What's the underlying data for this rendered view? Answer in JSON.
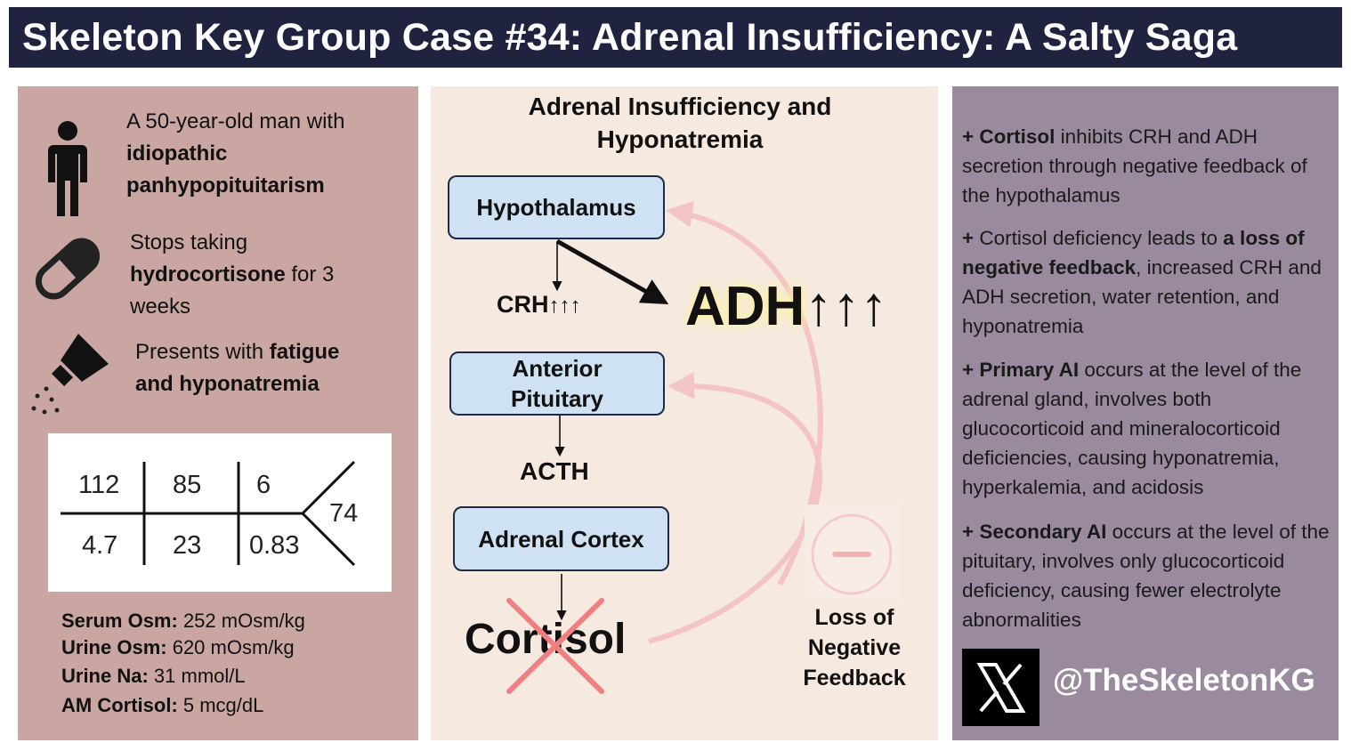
{
  "title": "Skeleton Key Group Case #34: Adrenal Insufficiency: A Salty Saga",
  "left": {
    "case_line1": "A 50-year-old man with",
    "case_line2": "idiopathic",
    "case_line3": "panhypopituitarism",
    "stop_line1": "Stops taking",
    "stop_bold": "hydrocortisone",
    "stop_rest": " for 3",
    "stop_line3": "weeks",
    "present_pre": "Presents with ",
    "present_bold1": "fatigue",
    "present_bold2": "and hyponatremia",
    "labs": {
      "na": "112",
      "cl": "85",
      "bun": "6",
      "k": "4.7",
      "hco3": "23",
      "cr": "0.83",
      "glucose": "74"
    },
    "measures": [
      {
        "label": "Serum Osm:",
        "value": " 252 mOsm/kg"
      },
      {
        "label": "Urine Osm:",
        "value": " 620 mOsm/kg"
      },
      {
        "label": "Urine Na:",
        "value": " 31 mmol/L"
      },
      {
        "label": "AM Cortisol:",
        "value": " 5 mcg/dL"
      }
    ],
    "icons": [
      "person-icon",
      "pill-capsule-icon",
      "salt-shaker-icon"
    ]
  },
  "middle": {
    "heading_line1": "Adrenal Insufficiency and",
    "heading_line2": "Hyponatremia",
    "hypothalamus": "Hypothalamus",
    "crh": "CRH",
    "crh_arrows": "↑↑↑",
    "adh": "ADH",
    "adh_arrows": "↑↑↑",
    "pituitary_line1": "Anterior",
    "pituitary_line2": "Pituitary",
    "acth": "ACTH",
    "cortex": "Adrenal Cortex",
    "cortisol": "Cortisol",
    "loss_line1": "Loss of",
    "loss_line2": "Negative",
    "loss_line3": "Feedback",
    "colors": {
      "node_fill": "#cfe2f3",
      "feedback_arrow": "#f4cccc",
      "cross": "#f08080",
      "adh_glow": "#fff2a8"
    }
  },
  "right": {
    "bullets": [
      {
        "prefix": "+ ",
        "b1": "Cortisol",
        "t1": " inhibits CRH and ADH secretion through negative feedback of the hypothalamus"
      },
      {
        "prefix": "+ ",
        "t0": "Cortisol deficiency leads to ",
        "b1": "a loss of negative feedback",
        "t1": ", increased CRH and ADH secretion, water retention, and hyponatremia"
      },
      {
        "prefix": "+ ",
        "b1": "Primary AI",
        "t1": " occurs at the level of the adrenal gland, involves both glucocorticoid and mineralocorticoid deficiencies, causing hyponatremia, hyperkalemia, and acidosis"
      },
      {
        "prefix": "+ ",
        "b1": "Secondary AI",
        "t1": " occurs at the level of the pituitary, involves only glucocorticoid deficiency, causing fewer electrolyte abnormalities"
      }
    ],
    "handle": "@TheSkeletonKG",
    "logo_icon": "x-logo-icon"
  },
  "colors": {
    "title_bg": "#1f2340",
    "left_bg": "#caa6a2",
    "mid_bg": "#f6e9df",
    "right_bg": "#998b9d"
  }
}
